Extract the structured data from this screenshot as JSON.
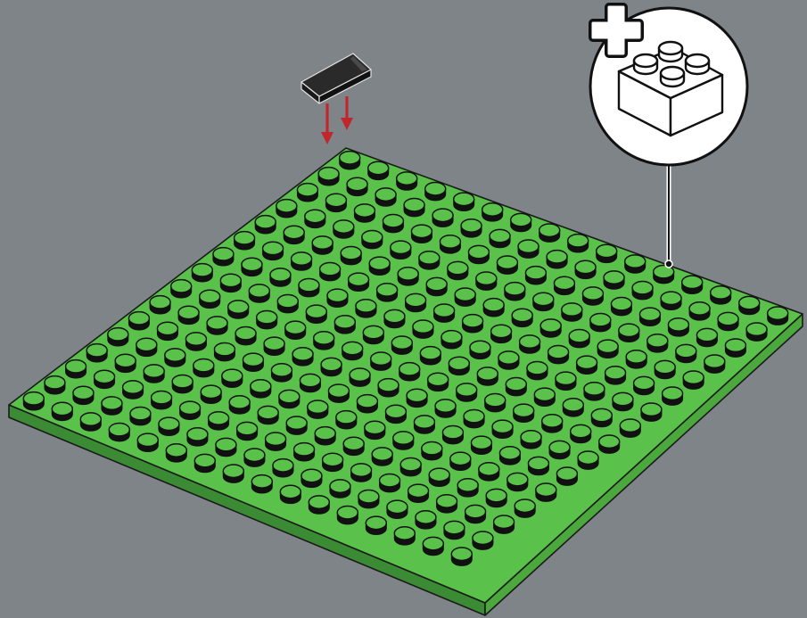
{
  "scene": {
    "background_color": "#7f8489",
    "plate": {
      "color": "#5ac24a",
      "edge_color": "#3b8a34",
      "outline_color": "#1a1a1a",
      "studs_per_side": 16
    },
    "tile": {
      "color": "#2a2a2a",
      "highlight_color": "#4a4a4a",
      "size_in_studs": [
        1,
        2
      ]
    },
    "arrows": {
      "color": "#c0272d",
      "count": 2,
      "direction": "down"
    },
    "callout": {
      "icon": "add-brick-icon",
      "circle_color": "#ffffff",
      "stroke_color": "#111111",
      "plus_sign": true,
      "brick_studs": [
        2,
        2
      ]
    }
  }
}
